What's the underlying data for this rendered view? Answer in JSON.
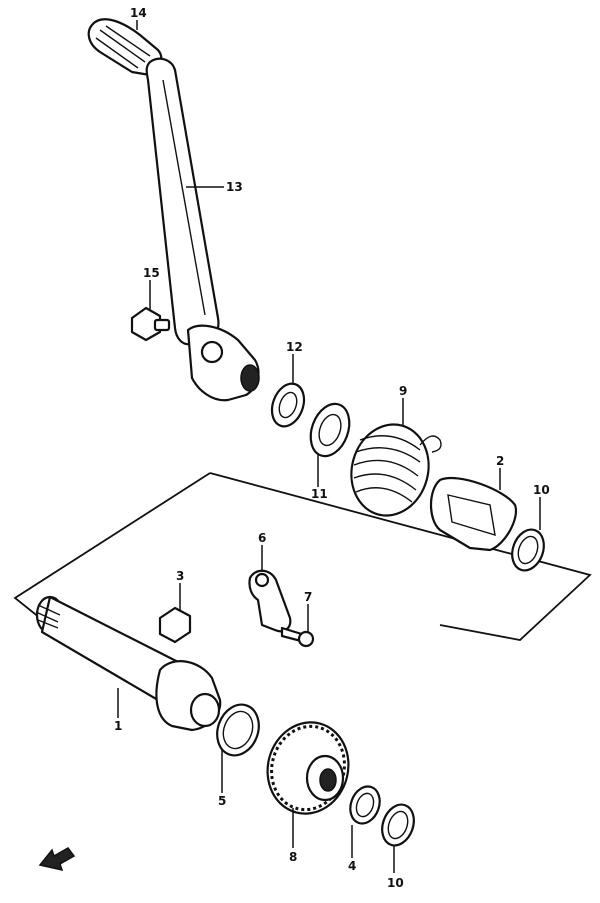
{
  "labels": {
    "p14": "14",
    "p13": "13",
    "p15": "15",
    "p12": "12",
    "p9": "9",
    "p11": "11",
    "p2": "2",
    "p10a": "10",
    "p3": "3",
    "p6": "6",
    "p7": "7",
    "p1": "1",
    "p5": "5",
    "p8": "8",
    "p4": "4",
    "p10b": "10"
  },
  "icons": {
    "front_arrow": "arrow-down-left-icon"
  }
}
